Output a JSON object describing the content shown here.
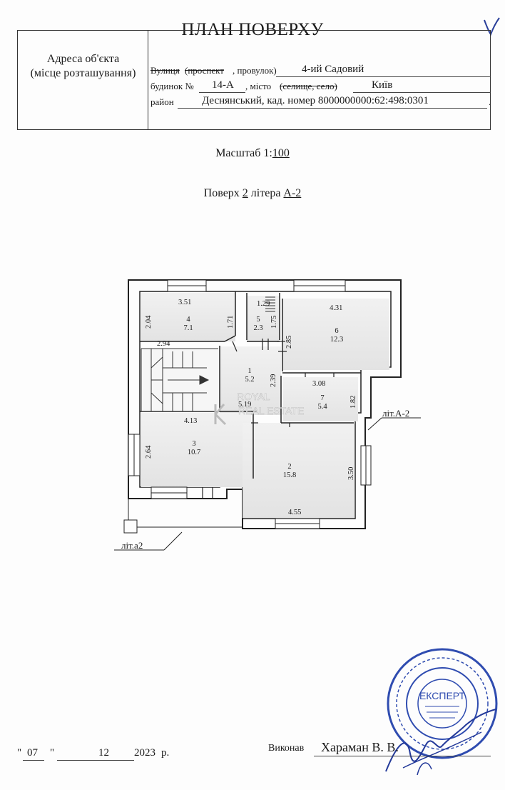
{
  "title": "ПЛАН ПОВЕРХУ",
  "address": {
    "label_line1": "Адреса об'єкта",
    "label_line2": "(місце розташування)",
    "street_label_strike": "Вулиця",
    "street_label_strike2": "(проспект",
    "street_label_rest": ", провулок)",
    "street_value": "4-ий Садовий",
    "house_label": "будинок №",
    "house_value": "14-А",
    "city_label": ", місто",
    "city_label_strike": "(селище, село)",
    "city_value": "Київ",
    "district_label": "район",
    "district_value": "Деснянський,  кад. номер 8000000000:62:498:0301",
    "end_dot": "."
  },
  "scale": {
    "label": "Масштаб 1:",
    "value": "100"
  },
  "floor": {
    "label": "Поверх",
    "number": "2",
    "litera_label": "літера",
    "litera_value": "А-2"
  },
  "plan": {
    "rooms": [
      {
        "number": "1",
        "area": "5.2"
      },
      {
        "number": "2",
        "area": "15.8"
      },
      {
        "number": "3",
        "area": "10.7"
      },
      {
        "number": "4",
        "area": "7.1"
      },
      {
        "number": "5",
        "area": "2.3"
      },
      {
        "number": "6",
        "area": "12.3"
      },
      {
        "number": "7",
        "area": "5.4"
      }
    ],
    "dimensions": [
      "3.51",
      "2.04",
      "1.71",
      "1.29",
      "1.75",
      "4.31",
      "2.94",
      "2.85",
      "2.39",
      "3.08",
      "1.82",
      "5.19",
      "4.13",
      "2.64",
      "3.50",
      "4.55"
    ],
    "labels": {
      "lit_a2_upper": "літ.А-2",
      "lit_a2_lower": "літ.а2"
    },
    "watermark": {
      "line1": "ROYAL",
      "line2": "REAL ESTATE"
    }
  },
  "footer": {
    "q_open": "\"",
    "day": "07",
    "q_close": "\"",
    "month": "12",
    "year": "2023",
    "year_suffix": "р.",
    "signed_label": "Виконав",
    "signer_name": "Хараман В. В."
  },
  "stamp_text": "ЕКСПЕРТ"
}
